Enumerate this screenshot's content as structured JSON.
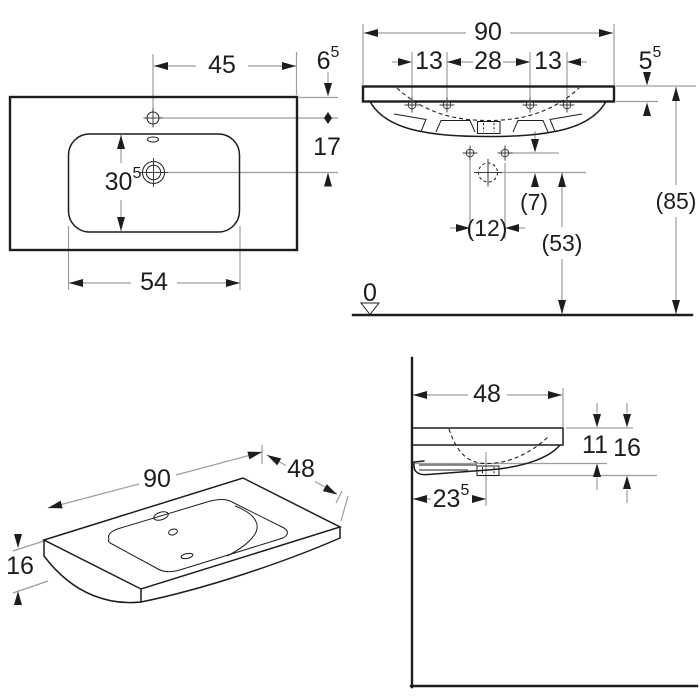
{
  "drawing": {
    "colors": {
      "line": "#1d1d1b",
      "dim_line": "#9d9d9c",
      "background": "#ffffff"
    },
    "views": {
      "plan": {
        "dims": {
          "faucet_to_right_edge": "45",
          "top_edge_to_faucet": {
            "main": "6",
            "sup": "5"
          },
          "faucet_to_drain": "17",
          "basin_inner_depth": {
            "main": "30",
            "sup": "5"
          },
          "basin_inner_width": "54"
        }
      },
      "front": {
        "dims": {
          "total_width": "90",
          "tap_hole_left": "13",
          "tap_hole_center": "28",
          "tap_hole_right": "13",
          "slab_thickness": {
            "main": "5",
            "sup": "5"
          },
          "rim_height": "(85)",
          "fixing_to_drain": "(7)",
          "fixing_spacing": "(12)",
          "drain_height": "(53)",
          "datum": "0"
        }
      },
      "iso": {
        "dims": {
          "width": "90",
          "depth": "48",
          "height": "16"
        }
      },
      "side": {
        "dims": {
          "depth": "48",
          "bowl_drop": "11",
          "total_height": "16",
          "drain_from_wall": {
            "main": "23",
            "sup": "5"
          }
        }
      }
    }
  }
}
